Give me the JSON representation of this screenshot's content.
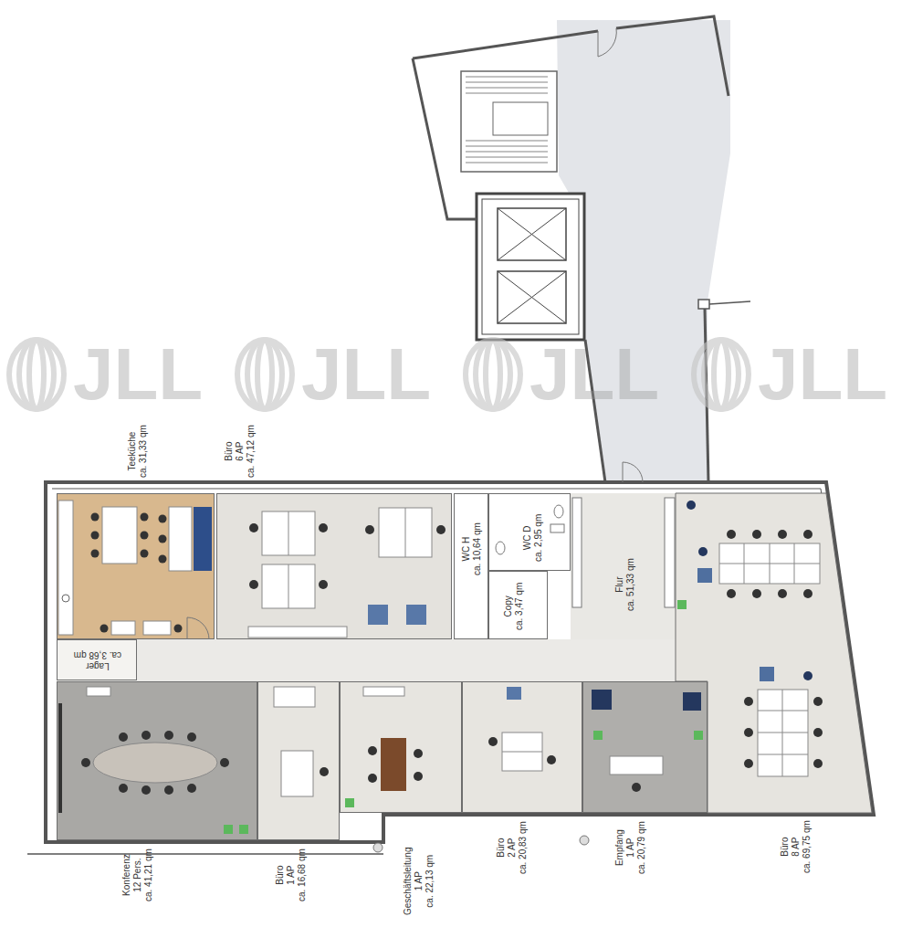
{
  "diagram": {
    "nodes": [
      {
        "text": [
          "Teeküche",
          "ca. 31,33 qm"
        ]
      },
      {
        "text": [
          "Büro",
          "6 AP",
          "ca. 47,12 qm"
        ]
      },
      {
        "text": [
          "WC H",
          "ca. 10,64 qm"
        ]
      },
      {
        "text": [
          "WC D",
          "ca. 2,95 qm"
        ]
      },
      {
        "text": [
          "Copy",
          "ca. 3,47 qm"
        ]
      },
      {
        "text": [
          "Flur",
          "ca. 51,33 qm"
        ]
      },
      {
        "text": [
          "Lager",
          "ca. 3,68 qm"
        ]
      },
      {
        "text": [
          "Konferenz",
          "12 Pers.",
          "ca. 41,21 qm"
        ]
      },
      {
        "text": [
          "Büro",
          "1 AP",
          "ca. 16,68 qm"
        ]
      },
      {
        "text": [
          "Geschäftsleitung",
          "1 AP",
          "ca. 22,13 qm"
        ]
      },
      {
        "text": [
          "Büro",
          "2 AP",
          "ca. 20,83 qm"
        ]
      },
      {
        "text": [
          "Empfang",
          "1 AP",
          "ca. 20,79 qm"
        ]
      },
      {
        "text": [
          "Büro",
          "8 AP",
          "ca. 69,75 qm"
        ]
      }
    ],
    "labels": [
      "JLL",
      "JLL",
      "JLL",
      "JLL"
    ]
  }
}
